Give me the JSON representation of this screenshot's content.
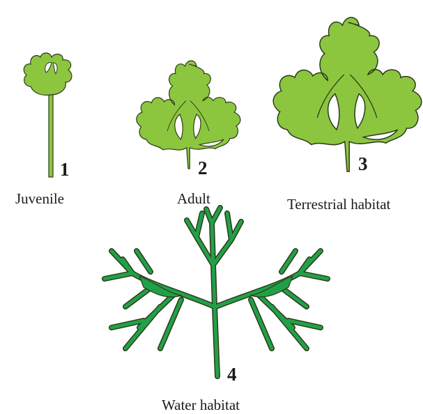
{
  "colors": {
    "light_leaf": "#8cc63f",
    "dark_leaf": "#22a048",
    "outline": "#2b3a1a"
  },
  "figures": [
    {
      "number": "1",
      "caption": "Juvenile",
      "icon": "juvenile-leaf-icon"
    },
    {
      "number": "2",
      "caption": "Adult",
      "icon": "adult-leaf-icon"
    },
    {
      "number": "3",
      "caption": "Terrestrial habitat",
      "icon": "terrestrial-leaf-icon"
    },
    {
      "number": "4",
      "caption": "Water habitat",
      "icon": "water-leaf-icon"
    }
  ]
}
